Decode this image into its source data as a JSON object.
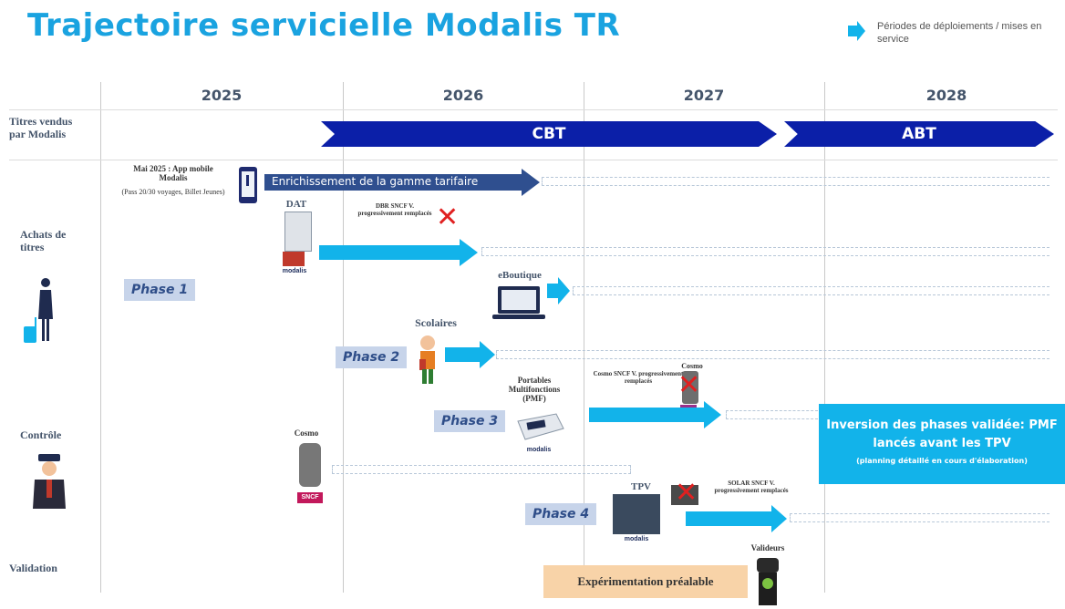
{
  "title": "Trajectoire servicielle Modalis TR",
  "legend": {
    "text": "Périodes de déploiements / mises en service",
    "icon": "arrow-right-icon"
  },
  "years": [
    "2025",
    "2026",
    "2027",
    "2028"
  ],
  "rows": {
    "titres": "Titres vendus par Modalis",
    "achats": "Achats de titres",
    "controle": "Contrôle",
    "validation": "Validation"
  },
  "bars": {
    "cbt": "CBT",
    "abt": "ABT"
  },
  "items": {
    "app_title": "Mai 2025 : App mobile Modalis",
    "app_sub": "(Pass 20/30 voyages, Billet Jeunes)",
    "enrichissement": "Enrichissement de la gamme tarifaire",
    "dat": "DAT",
    "dbr": "DBR SNCF V. progressivement remplacés",
    "eboutique": "eBoutique",
    "scolaires": "Scolaires",
    "pmf": "Portables Multifonctions (PMF)",
    "cosmo_remplaces": "Cosmo SNCF V. progressivement remplacés",
    "cosmo_small": "Cosmo",
    "cosmo": "Cosmo",
    "tpv": "TPV",
    "solar": "SOLAR SNCF V. progressivement remplacés",
    "valideurs": "Valideurs",
    "modalis_brand": "modalis",
    "sncf_brand": "SNCF"
  },
  "phases": [
    "Phase 1",
    "Phase 2",
    "Phase 3",
    "Phase 4"
  ],
  "info_box": {
    "line1": "Inversion des phases validée: PMF lancés avant les TPV",
    "line2": "(planning détaillé en cours d'élaboration)"
  },
  "experimentation": "Expérimentation préalable",
  "colors": {
    "title": "#1aa3e0",
    "bar_dark": "#0b1fa8",
    "arrow_light": "#12b3ea",
    "arrow_navy": "#2f4f8f",
    "phase_bg": "#c7d4ea",
    "exp_bg": "#f8d3a8"
  }
}
